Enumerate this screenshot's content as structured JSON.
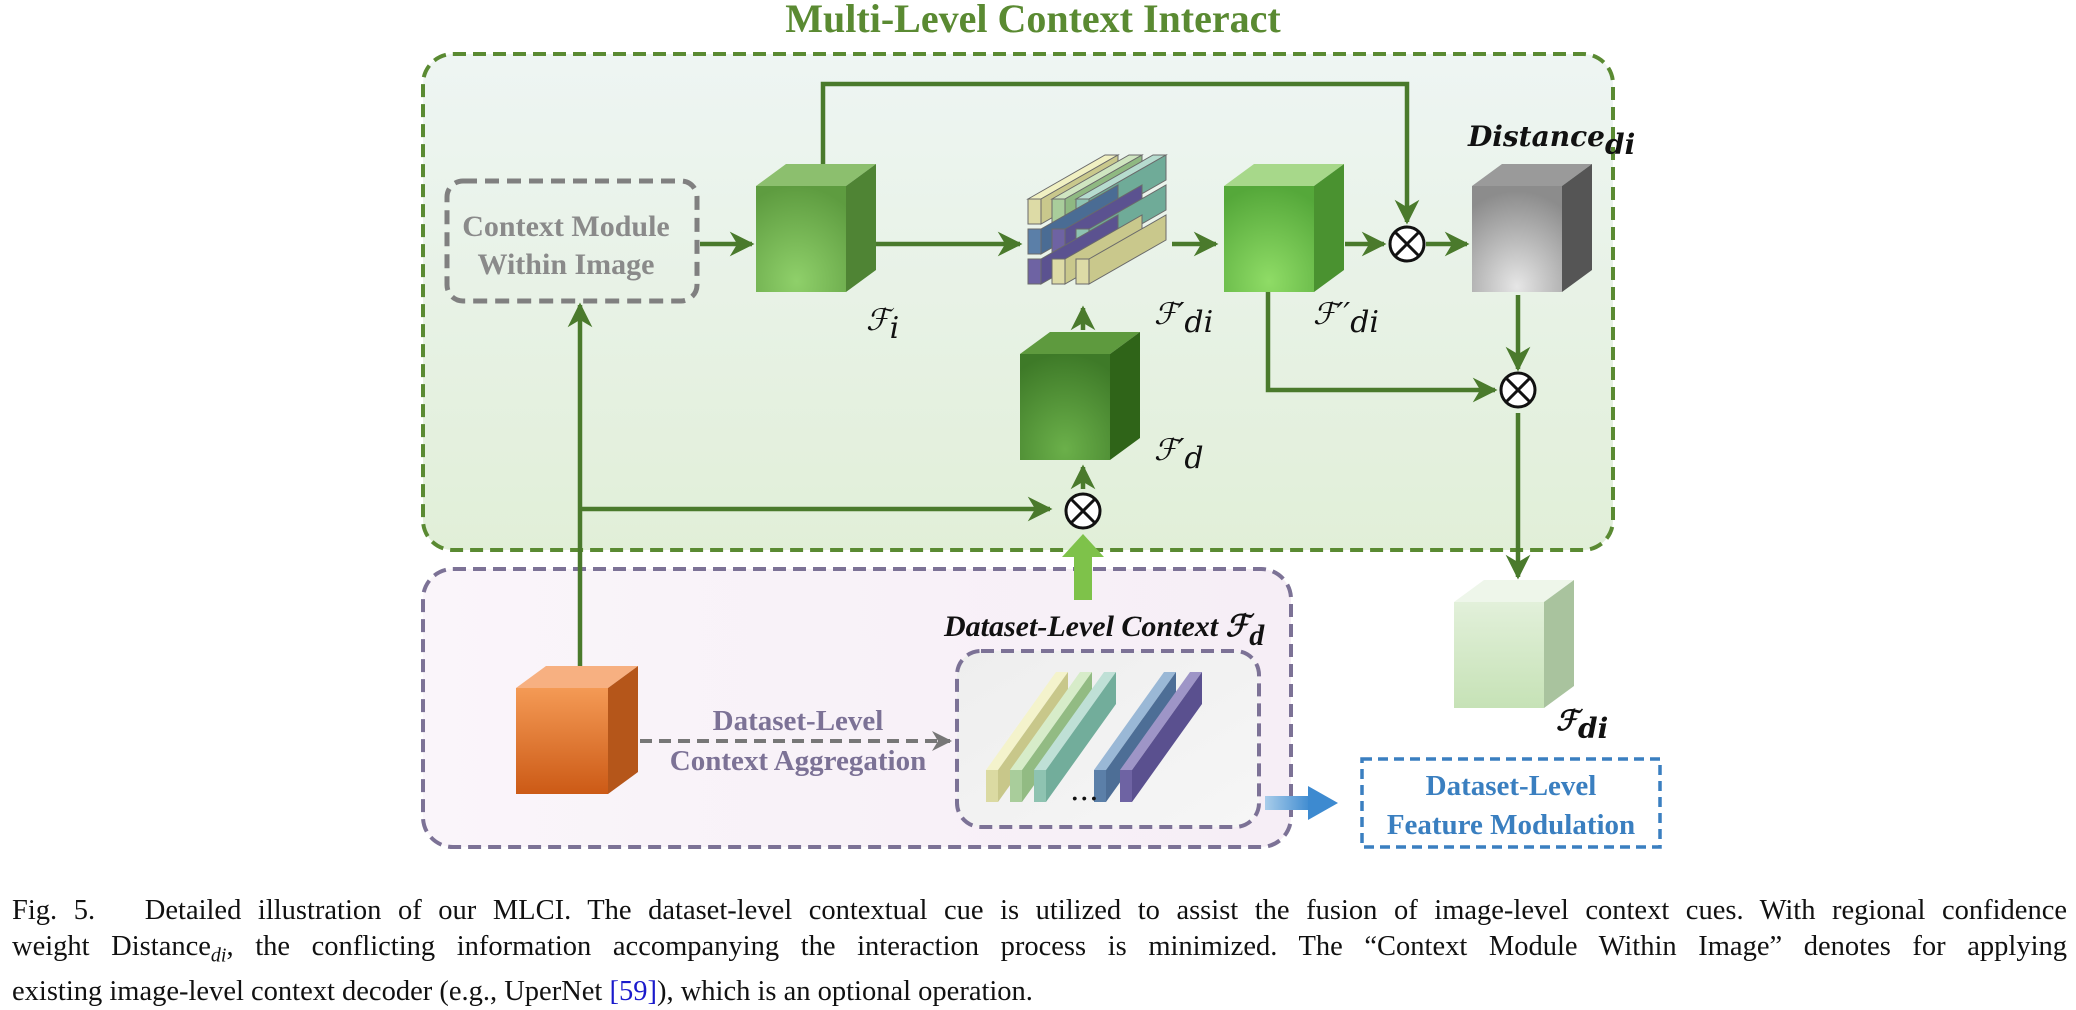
{
  "diagram": {
    "title": "Multi-Level Context Interact",
    "context_module_line1": "Context Module",
    "context_module_line2": "Within Image",
    "f_i": "ℱ",
    "f_i_sub": "i",
    "f_prime_di": "ℱ′",
    "f_prime_di_sub": "di",
    "f_dprime_di": "ℱ′′",
    "f_dprime_di_sub": "di",
    "f_prime_d": "ℱ′",
    "f_prime_d_sub": "d",
    "distance": "Distance",
    "distance_sub": "di",
    "dataset_level_context": "Dataset-Level Context ℱ",
    "dataset_level_context_sub": "d",
    "aggregation_line1": "Dataset-Level",
    "aggregation_line2": "Context Aggregation",
    "ellipsis": "...",
    "f_di_out": "ℱ",
    "f_di_out_sub": "di",
    "modulation_line1": "Dataset-Level",
    "modulation_line2": "Feature Modulation",
    "colors": {
      "green_box_border": "#5a8a32",
      "purple_box_border": "#7c7296",
      "arrow_green": "#4a7a2c",
      "blue_box_border": "#3a7fc0",
      "orange_cube": "#e8782c"
    }
  },
  "caption": {
    "fig_label": "Fig. 5.",
    "line1": "Detailed illustration of our MLCI. The dataset-level contextual cue is utilized to assist the fusion of image-level context cues. With regional confidence",
    "line2_a": "weight Distance",
    "line2_sub": "di",
    "line2_b": ", the conflicting information accompanying the interaction process is minimized. The “Context Module Within Image” denotes for applying",
    "line3_a": "existing image-level context decoder (e.g., UperNet ",
    "line3_ref": "[59]",
    "line3_b": "), which is an optional operation."
  }
}
